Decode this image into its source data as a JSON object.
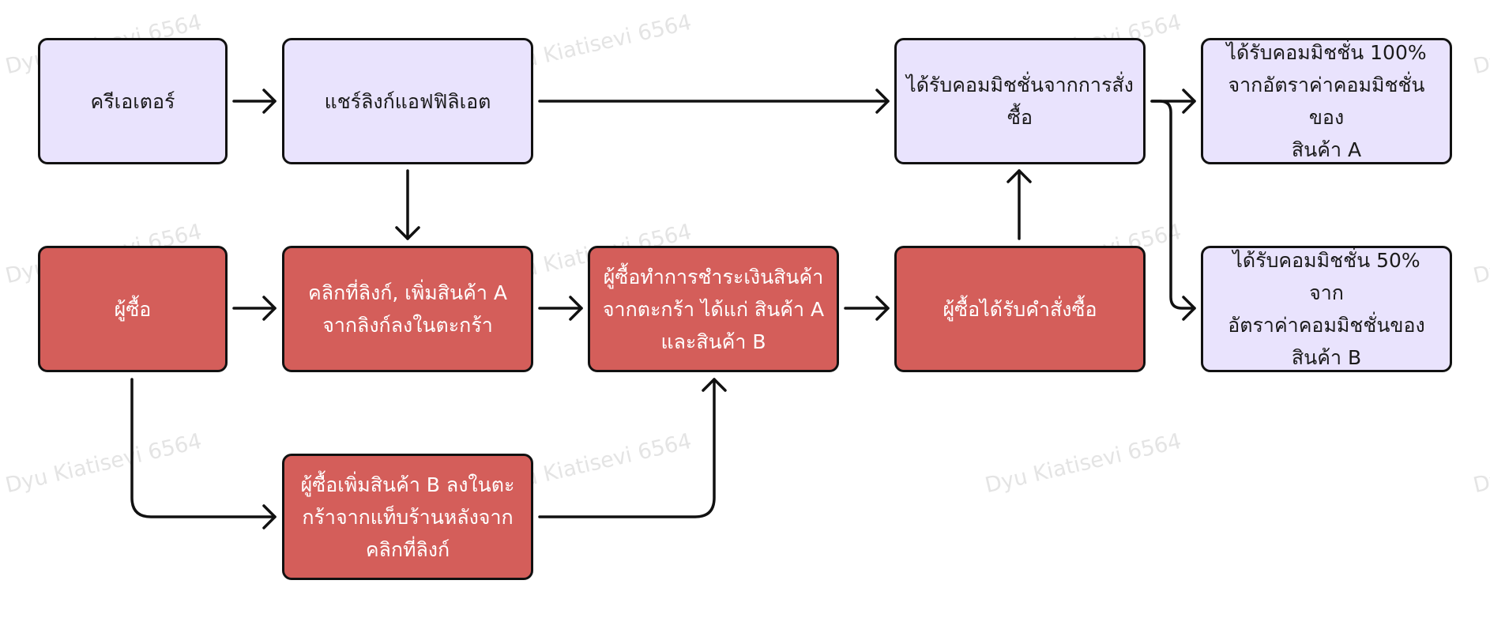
{
  "colors": {
    "creator_fill": "#e9e3fd",
    "buyer_fill": "#d45e5a",
    "stroke": "#111111"
  },
  "watermark": "Dyu Kiatisevi 6564",
  "nodes": {
    "creator": "ครีเอเตอร์",
    "share_link": "แชร์ลิงก์แอฟฟิลิเอต",
    "receive_commission": "ได้รับคอมมิชชั่นจากการสั่ง\nซื้อ",
    "commission_a": "ได้รับคอมมิชชั่น 100%\nจากอัตราค่าคอมมิชชั่นของ\nสินค้า A",
    "buyer": "ผู้ซื้อ",
    "click_add_a": "คลิกที่ลิงก์, เพิ่มสินค้า A\nจากลิงก์ลงในตะกร้า",
    "pay": "ผู้ซื้อทำการชำระเงินสินค้า\nจากตะกร้า ได้แก่ สินค้า A\nและสินค้า B",
    "order_received": "ผู้ซื้อได้รับคำสั่งซื้อ",
    "commission_b": "ได้รับคอมมิชชั่น 50% จาก\nอัตราค่าคอมมิชชั่นของ\nสินค้า B",
    "add_b": "ผู้ซื้อเพิ่มสินค้า B ลงในตะ\nกร้าจากแท็บร้านหลังจาก\nคลิกที่ลิงก์"
  }
}
